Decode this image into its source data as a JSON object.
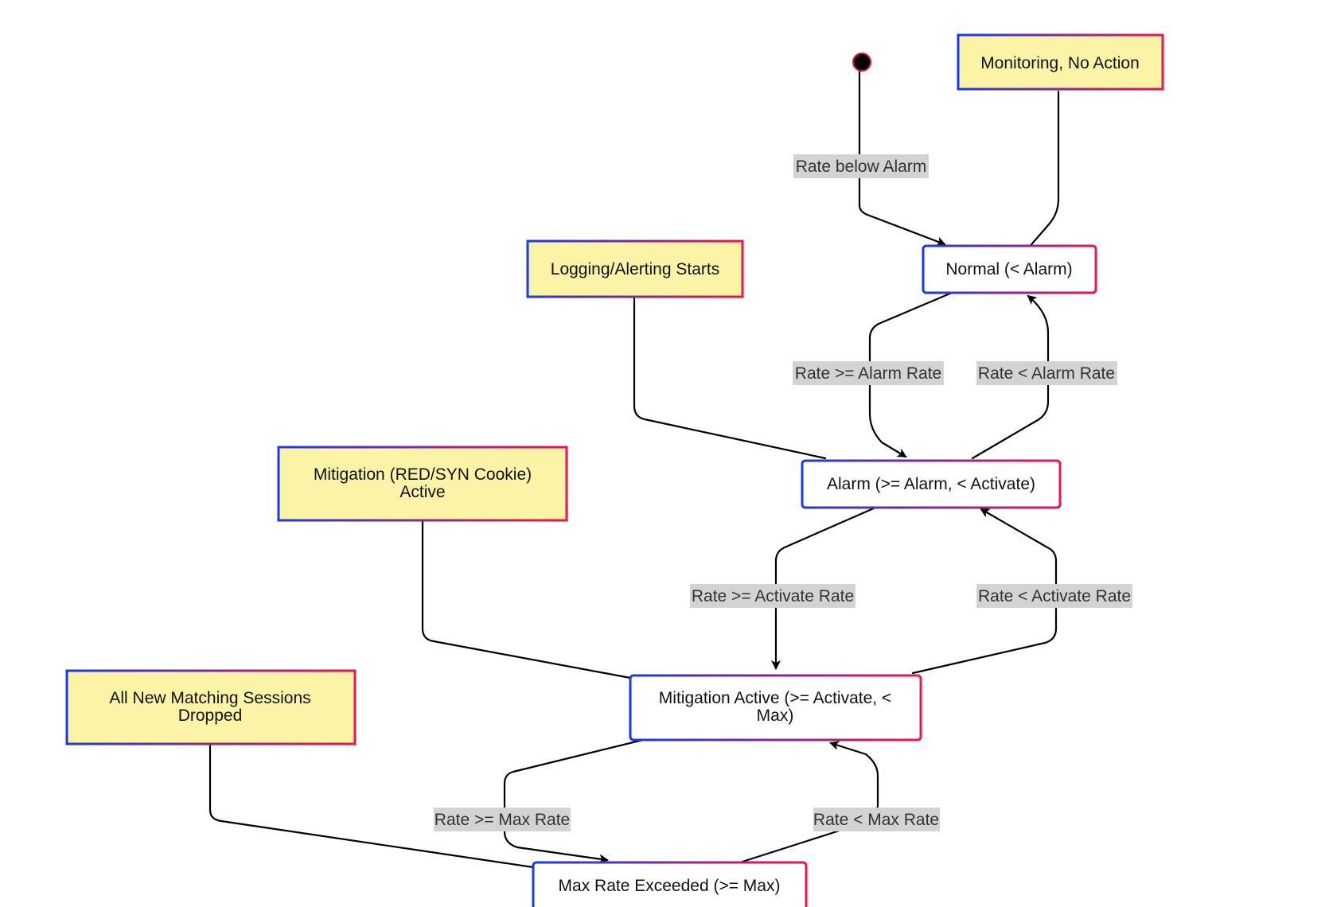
{
  "states": {
    "start": {
      "name": "start"
    },
    "normal": {
      "label": "Normal (< Alarm)"
    },
    "alarm": {
      "label": "Alarm (>= Alarm, < Activate)"
    },
    "mitigation": {
      "label_line1": "Mitigation Active (>= Activate, <",
      "label_line2": "Max)"
    },
    "maxrate": {
      "label": "Max Rate Exceeded (>= Max)"
    }
  },
  "notes": {
    "monitoring": {
      "label": "Monitoring, No Action"
    },
    "logging": {
      "label": "Logging/Alerting Starts"
    },
    "mitigation_note": {
      "label_line1": "Mitigation (RED/SYN Cookie)",
      "label_line2": "Active"
    },
    "dropped": {
      "label_line1": "All New Matching Sessions",
      "label_line2": "Dropped"
    }
  },
  "transitions": {
    "start_to_normal": "Rate below Alarm",
    "normal_to_alarm": "Rate >= Alarm Rate",
    "alarm_to_normal": "Rate < Alarm Rate",
    "alarm_to_mitigation": "Rate >= Activate Rate",
    "mitigation_to_alarm": "Rate < Activate Rate",
    "mitigation_to_max": "Rate >= Max Rate",
    "max_to_mitigation": "Rate < Max Rate"
  },
  "colors": {
    "border_start": "#1a3ae8",
    "border_end": "#f0144c",
    "note_fill": "#fbf3a6",
    "state_fill": "#ffffff",
    "label_bg": "#d3d3d3",
    "edge": "#000000"
  }
}
